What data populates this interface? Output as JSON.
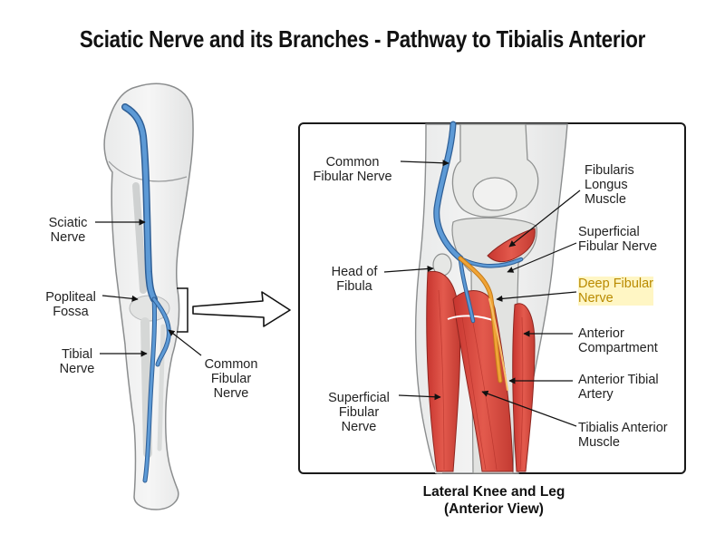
{
  "title": "Sciatic Nerve and its Branches - Pathway to Tibialis Anterior",
  "leg_labels": {
    "sciatic": [
      "Sciatic",
      "Nerve"
    ],
    "popliteal": [
      "Popliteal",
      "Fossa"
    ],
    "tibial": [
      "Tibial",
      "Nerve"
    ],
    "common_fibular": [
      "Common",
      "Fibular",
      "Nerve"
    ]
  },
  "inset_labels": {
    "common_fibular": [
      "Common",
      "Fibular Nerve"
    ],
    "head_fibula": [
      "Head of",
      "Fibula"
    ],
    "superficial_fibular_left": [
      "Superficial",
      "Fibular",
      "Nerve"
    ],
    "fibularis_longus": [
      "Fibularis",
      "Longus",
      "Muscle"
    ],
    "superficial_fibular_right": [
      "Superficial",
      "Fibular Nerve"
    ],
    "deep_fibular": [
      "Deep Fibular",
      "Nerve"
    ],
    "anterior_compartment": [
      "Anterior",
      "Compartment"
    ],
    "anterior_tibial_artery": [
      "Anterior Tibial",
      "Artery"
    ],
    "tibialis_anterior": [
      "Tibialis Anterior",
      "Muscle"
    ]
  },
  "caption": [
    "Lateral Knee and Leg",
    "(Anterior View)"
  ],
  "colors": {
    "nerve": "#4a86c5",
    "muscle": "#d9473f",
    "deep_nerve": "#f0a436",
    "bone": "#e6e7e4",
    "highlight": "#fff6c4"
  }
}
